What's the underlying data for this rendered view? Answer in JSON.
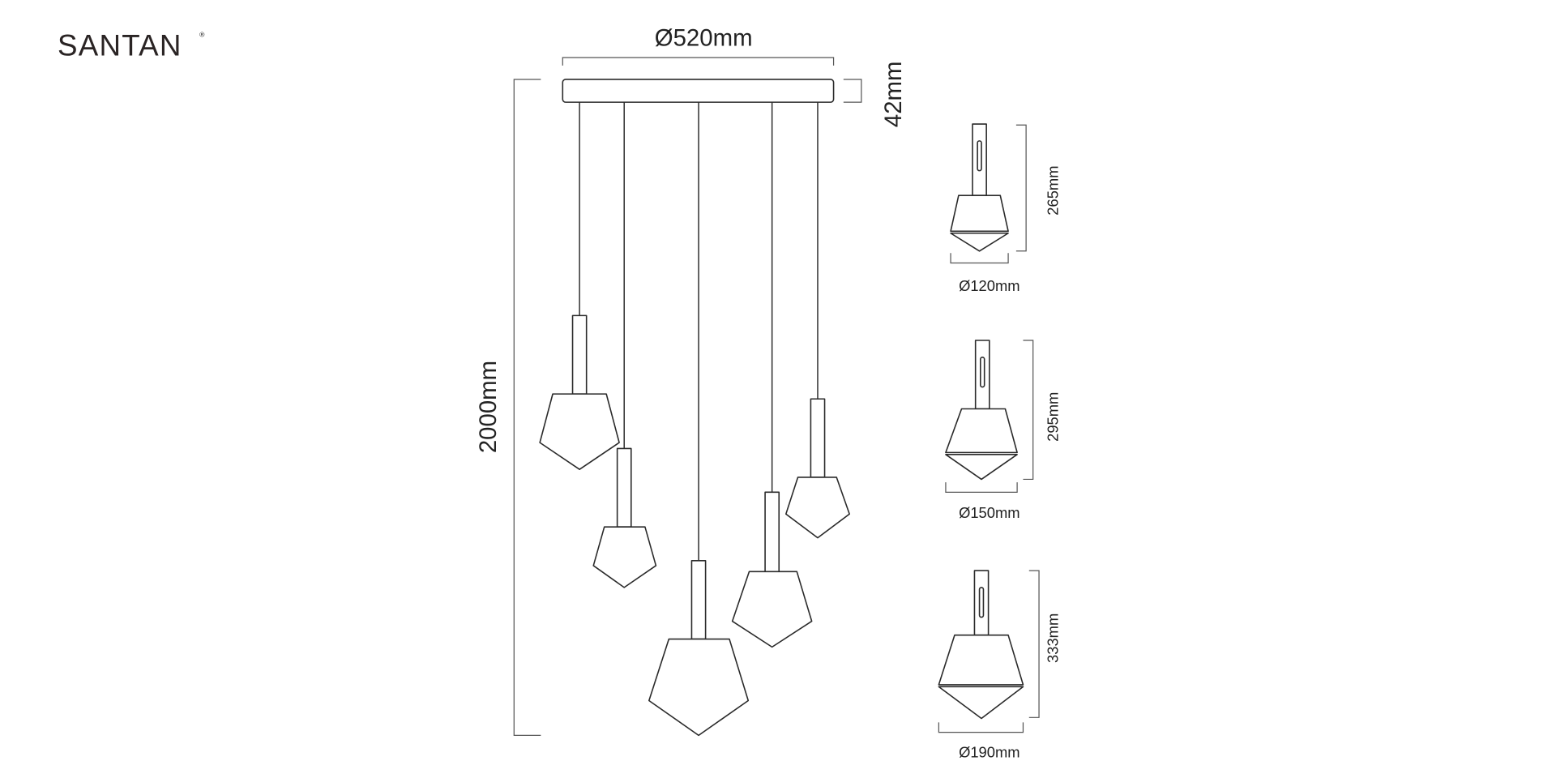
{
  "brand": {
    "logo": "SANTAN",
    "registered": "®"
  },
  "main_drawing": {
    "canopy_diameter": "Ø520mm",
    "canopy_height": "42mm",
    "total_height": "2000mm",
    "pendant_count": 5
  },
  "variants": [
    {
      "height": "265mm",
      "diameter": "Ø120mm"
    },
    {
      "height": "295mm",
      "diameter": "Ø150mm"
    },
    {
      "height": "333mm",
      "diameter": "Ø190mm"
    }
  ]
}
